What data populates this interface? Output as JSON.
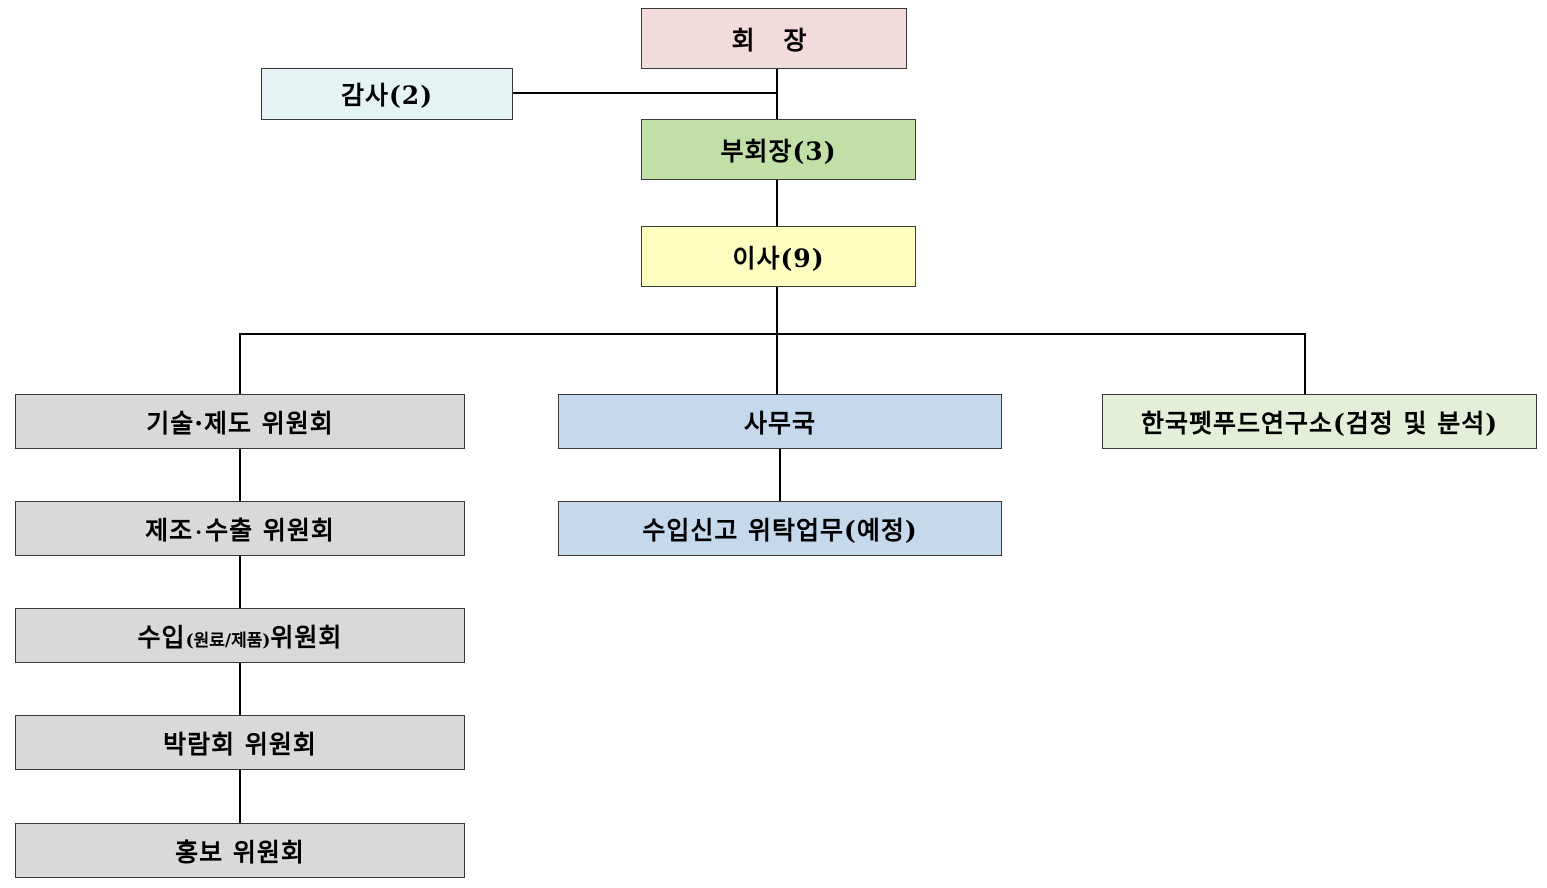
{
  "colors": {
    "chairman": "#f2dbdb",
    "auditor": "#e6f3f5",
    "vice_chairman": "#c3dfa8",
    "director": "#fefec0",
    "committee": "#d9d9d9",
    "secretariat": "#c5d8ec",
    "institute": "#e3efd9",
    "line": "#000000"
  },
  "chairman": {
    "label": "회 장"
  },
  "auditor": {
    "label": "감사(2)"
  },
  "vice_chairman": {
    "label": "부회장(3)"
  },
  "director": {
    "label": "이사(9)"
  },
  "committees": [
    {
      "label": "기술·제도 위원회"
    },
    {
      "label_pre": "제조",
      "label_sep": "·",
      "label_post": "수출 위원회"
    },
    {
      "label_pre": "수입",
      "label_small": "(원료/제품)",
      "label_post": "위원회"
    },
    {
      "label": "박람회 위원회"
    },
    {
      "label": "홍보 위원회"
    }
  ],
  "secretariat": {
    "label": "사무국",
    "sub": {
      "label": "수입신고 위탁업무(예정)"
    }
  },
  "institute": {
    "label": "한국펫푸드연구소(검정 및 분석)"
  }
}
